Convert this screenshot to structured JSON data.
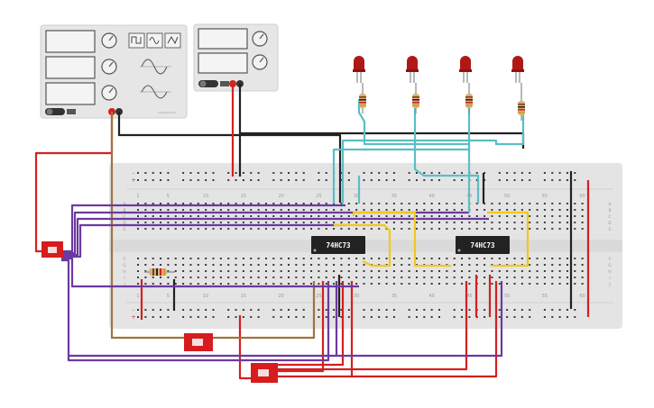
{
  "canvas": {
    "background": "#ffffff",
    "board_color": "#e4e4e4",
    "wire_colors": {
      "red": "#d42020",
      "black": "#222222",
      "purple": "#6b3aa0",
      "cyan": "#5bbec6",
      "yellow": "#f2c81a",
      "brown": "#a0743c"
    }
  },
  "breadboard": {
    "column_numbers": [
      "1",
      "5",
      "10",
      "15",
      "20",
      "25",
      "30",
      "35",
      "40",
      "45",
      "50",
      "55",
      "60"
    ],
    "row_letters": [
      "A",
      "B",
      "C",
      "D",
      "E",
      "F",
      "G",
      "H",
      "I",
      "J"
    ],
    "rail_symbols": [
      "-",
      "+"
    ]
  },
  "chips": [
    {
      "label": "74HC73"
    },
    {
      "label": "74HC73"
    }
  ],
  "function_generator": {
    "type": "function-generator",
    "waveforms": [
      "square",
      "sine",
      "triangle"
    ]
  },
  "power_supply": {
    "type": "dc-power-supply"
  },
  "leds": [
    {
      "color": "#b01818"
    },
    {
      "color": "#b01818"
    },
    {
      "color": "#b01818"
    },
    {
      "color": "#b01818"
    }
  ],
  "switches": [
    {
      "type": "slide-switch"
    },
    {
      "type": "slide-switch"
    },
    {
      "type": "slide-switch"
    }
  ]
}
